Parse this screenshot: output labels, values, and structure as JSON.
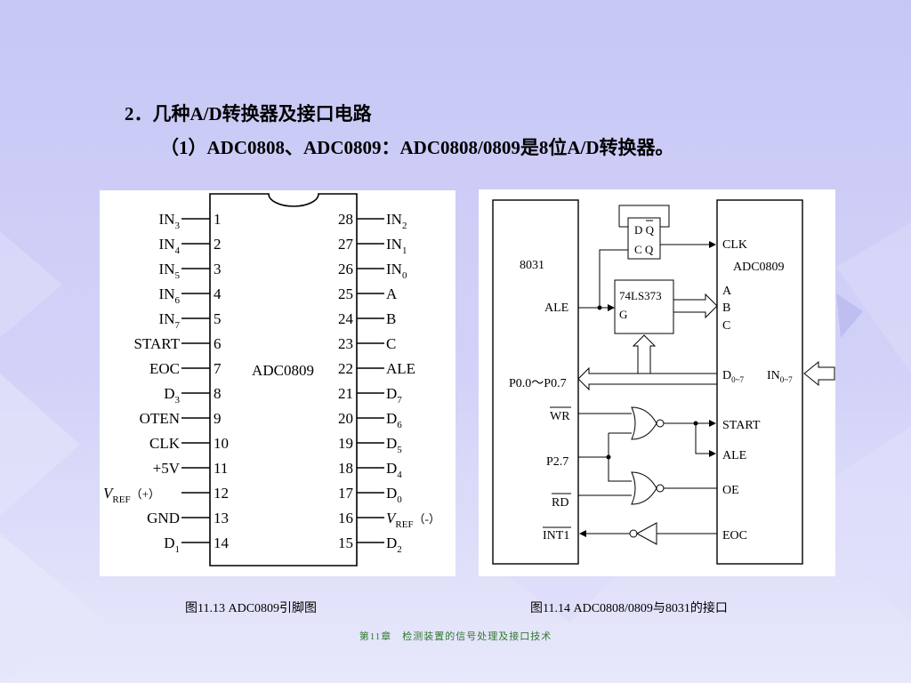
{
  "heading": "2．几种A/D转换器及接口电路",
  "subheading": "（1）ADC0808、ADC0809：ADC0808/0809是8位A/D转换器。",
  "fig13": {
    "chip_label": "ADC0809",
    "caption": "图11.13  ADC0809引脚图",
    "left_pins": [
      {
        "num": "1",
        "name": "IN",
        "sub": "3"
      },
      {
        "num": "2",
        "name": "IN",
        "sub": "4"
      },
      {
        "num": "3",
        "name": "IN",
        "sub": "5"
      },
      {
        "num": "4",
        "name": "IN",
        "sub": "6"
      },
      {
        "num": "5",
        "name": "IN",
        "sub": "7"
      },
      {
        "num": "6",
        "name": "START",
        "sub": ""
      },
      {
        "num": "7",
        "name": "EOC",
        "sub": ""
      },
      {
        "num": "8",
        "name": "D",
        "sub": "3"
      },
      {
        "num": "9",
        "name": "OTEN",
        "sub": ""
      },
      {
        "num": "10",
        "name": "CLK",
        "sub": ""
      },
      {
        "num": "11",
        "name": "+5V",
        "sub": ""
      },
      {
        "num": "12",
        "name": "V",
        "sub": "REF",
        "suffix": "（+）"
      },
      {
        "num": "13",
        "name": "GND",
        "sub": ""
      },
      {
        "num": "14",
        "name": "D",
        "sub": "1"
      }
    ],
    "right_pins": [
      {
        "num": "28",
        "name": "IN",
        "sub": "2"
      },
      {
        "num": "27",
        "name": "IN",
        "sub": "1"
      },
      {
        "num": "26",
        "name": "IN",
        "sub": "0"
      },
      {
        "num": "25",
        "name": "A",
        "sub": ""
      },
      {
        "num": "24",
        "name": "B",
        "sub": ""
      },
      {
        "num": "23",
        "name": "C",
        "sub": ""
      },
      {
        "num": "22",
        "name": "ALE",
        "sub": ""
      },
      {
        "num": "21",
        "name": "D",
        "sub": "7"
      },
      {
        "num": "20",
        "name": "D",
        "sub": "6"
      },
      {
        "num": "19",
        "name": "D",
        "sub": "5"
      },
      {
        "num": "18",
        "name": "D",
        "sub": "4"
      },
      {
        "num": "17",
        "name": "D",
        "sub": "0"
      },
      {
        "num": "16",
        "name": "V",
        "sub": "REF",
        "suffix": "（-）"
      },
      {
        "num": "15",
        "name": "D",
        "sub": "2"
      }
    ]
  },
  "fig14": {
    "caption": "图11.14  ADC0808/0809与8031的接口",
    "mcu_label": "8031",
    "ale": "ALE",
    "bus": "P0.0～P0.7",
    "wr": "WR",
    "p27": "P2.7",
    "rd": "RD",
    "int1": "INT1",
    "ff_dq": "D Q",
    "ff_cq": "C Q",
    "latch_name": "74LS373",
    "latch_g": "G",
    "adc_label": "ADC0809",
    "clk": "CLK",
    "a": "A",
    "b": "B",
    "c": "C",
    "d07": "D",
    "d07_sub": "0~7",
    "in07": "IN",
    "in07_sub": "0~7",
    "start": "START",
    "ale2": "ALE",
    "oe": "OE",
    "eoc": "EOC"
  },
  "footer": "第11章　检测装置的信号处理及接口技术"
}
